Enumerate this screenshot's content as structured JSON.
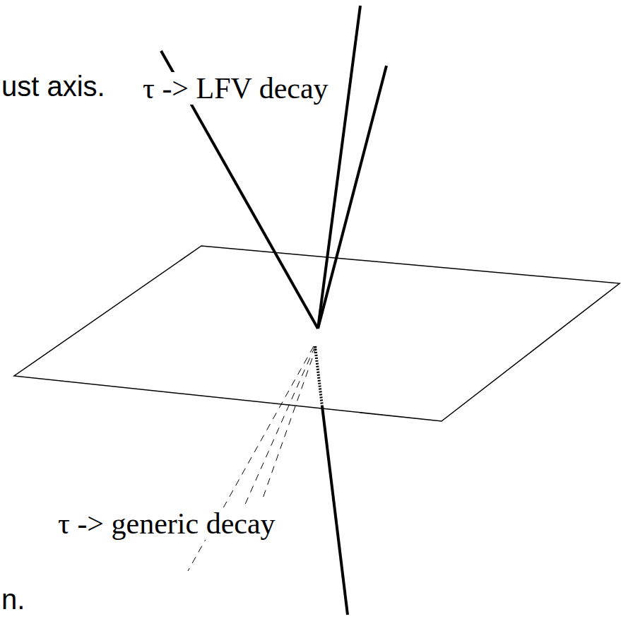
{
  "diagram": {
    "labels": [
      "ust axis.",
      "τ -> LFV decay",
      "τ -> generic decay",
      "n."
    ]
  }
}
